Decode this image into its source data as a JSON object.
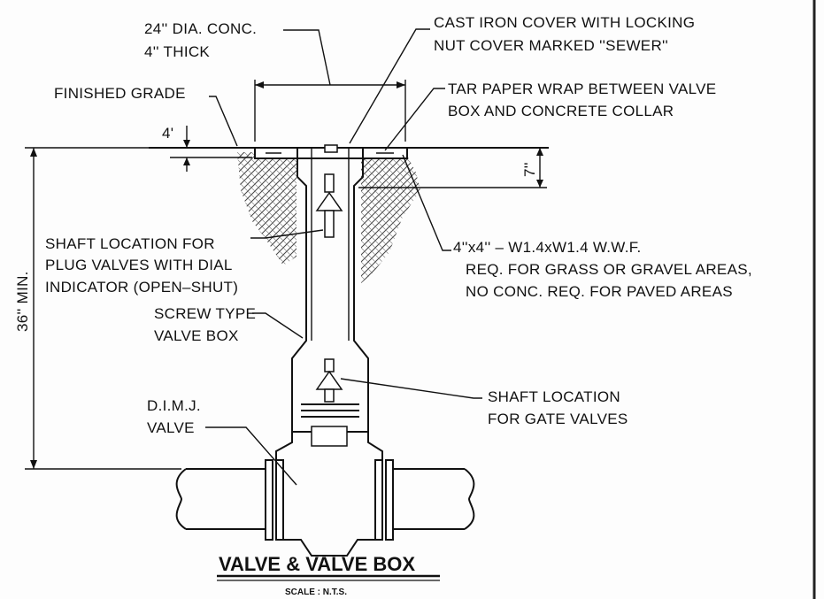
{
  "labels": {
    "collar_dia": "24'' DIA. CONC.",
    "collar_thick": "4'' THICK",
    "cover_1": "CAST IRON COVER WITH LOCKING",
    "cover_2": "NUT COVER MARKED ''SEWER''",
    "finished_grade": "FINISHED GRADE",
    "tar_1": "TAR PAPER WRAP BETWEEN VALVE",
    "tar_2": "BOX AND CONCRETE COLLAR",
    "dim_4": "4'",
    "dim_7": "7''",
    "dim_36": "36'' MIN.",
    "plug_1": "SHAFT LOCATION FOR",
    "plug_2": "PLUG VALVES WITH DIAL",
    "plug_3": "INDICATOR (OPEN–SHUT)",
    "wwf_1": "4''x4''  –  W1.4xW1.4 W.W.F.",
    "wwf_2": "REQ. FOR GRASS OR GRAVEL AREAS,",
    "wwf_3": "NO CONC. REQ. FOR PAVED AREAS",
    "screw_1": "SCREW TYPE",
    "screw_2": "VALVE BOX",
    "gate_1": "SHAFT LOCATION",
    "gate_2": "FOR GATE VALVES",
    "dimj_1": "D.I.M.J.",
    "dimj_2": "VALVE"
  },
  "title": "VALVE & VALVE BOX",
  "scale": "SCALE : N.T.S."
}
